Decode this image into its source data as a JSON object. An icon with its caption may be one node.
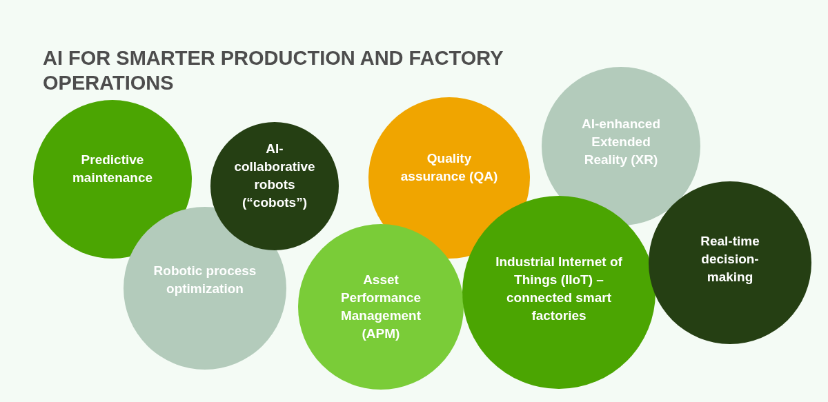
{
  "diagram": {
    "title": "AI FOR SMARTER PRODUCTION AND FACTORY OPERATIONS",
    "nodes": [
      {
        "text": [
          "Predictive maintenance"
        ]
      },
      {
        "text": [
          "Robotic process optimization"
        ]
      },
      {
        "text": [
          "AI-collaborative robots (“cobots”)"
        ]
      },
      {
        "text": [
          "Quality assurance (QA)"
        ]
      },
      {
        "text": [
          "Asset Performance Management (APM)"
        ]
      },
      {
        "text": [
          "AI-enhanced Extended Reality (XR)"
        ]
      },
      {
        "text": [
          "Industrial Internet of Things (IIoT) – connected smart factories"
        ]
      },
      {
        "text": [
          "Real-time decision-making"
        ]
      }
    ]
  }
}
